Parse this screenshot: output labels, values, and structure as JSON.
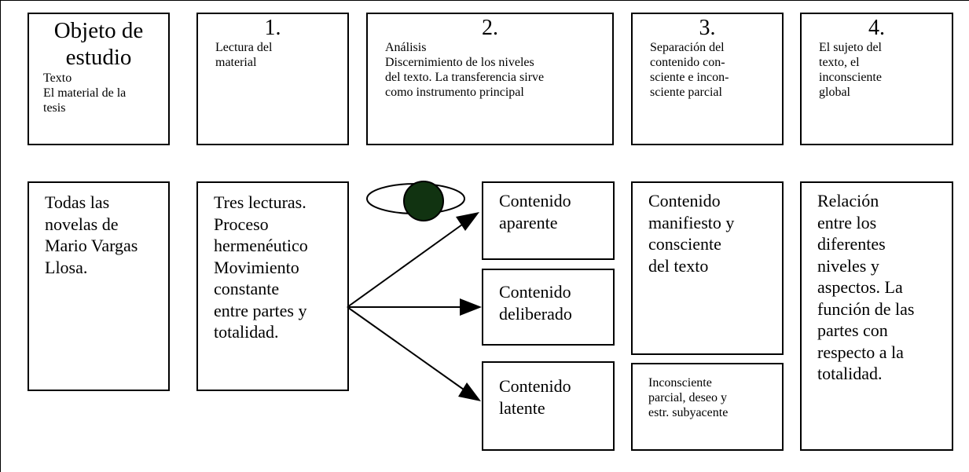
{
  "colors": {
    "eye_pupil": "#113311",
    "line": "#000000"
  },
  "header": {
    "object": {
      "title": "Objeto de\nestudio",
      "text": "Texto\nEl material de la\ntesis"
    },
    "step1": {
      "number": "1.",
      "text": "Lectura del\nmaterial"
    },
    "step2": {
      "number": "2.",
      "text": "Análisis\nDiscernimiento de los niveles\ndel texto. La transferencia sirve\ncomo instrumento principal"
    },
    "step3": {
      "number": "3.",
      "text": "Separación del\ncontenido con-\nsciente e incon-\nsciente parcial"
    },
    "step4": {
      "number": "4.",
      "text": "El sujeto del\ntexto, el\ninconsciente\nglobal"
    }
  },
  "body": {
    "object_text": "Todas las\nnovelas de\nMario Vargas\nLlosa.",
    "reading_text": "Tres lecturas.\nProceso\nhermenéutico\nMovimiento\nconstante\nentre partes y\ntotalidad.",
    "content_apparent": "Contenido\naparente",
    "content_deliberate": "Contenido\ndeliberado",
    "content_latent": "Contenido\nlatente",
    "manifest_text": "Contenido\nmanifiesto y\nconsciente\ndel texto",
    "unconscious_text": "Inconsciente\nparcial, deseo y\nestr. subyacente",
    "relation_text": "Relación\nentre los\ndiferentes\nniveles y\naspectos. La\nfunción de las\npartes con\nrespecto a la\ntotalidad."
  },
  "icons": {
    "eye": "eye-icon"
  }
}
